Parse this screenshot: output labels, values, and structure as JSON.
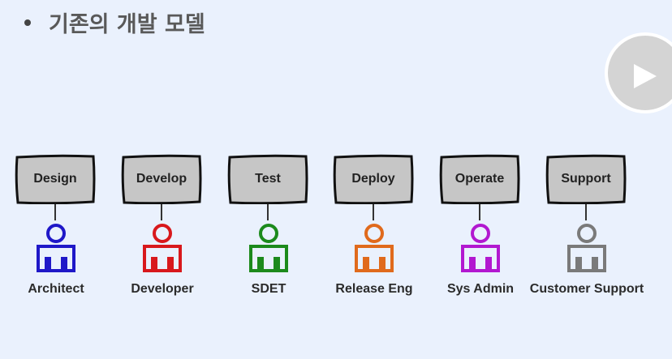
{
  "slide": {
    "title": "기존의 개발 모델"
  },
  "stages": [
    {
      "stage": "Design",
      "role": "Architect",
      "color": "#1f18c8"
    },
    {
      "stage": "Develop",
      "role": "Developer",
      "color": "#d8181c"
    },
    {
      "stage": "Test",
      "role": "SDET",
      "color": "#1c8a1c"
    },
    {
      "stage": "Deploy",
      "role": "Release Eng",
      "color": "#e06a1c"
    },
    {
      "stage": "Operate",
      "role": "Sys Admin",
      "color": "#b218d0"
    },
    {
      "stage": "Support",
      "role": "Customer Support",
      "color": "#7a7a7a"
    }
  ],
  "icons": {
    "bullet": "bullet-dot-icon",
    "play": "play-icon",
    "person": "person-icon"
  }
}
